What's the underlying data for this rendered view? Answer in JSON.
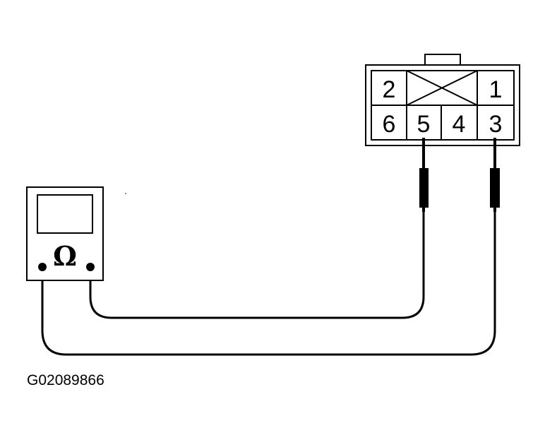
{
  "connector": {
    "pins": [
      {
        "id": "pin-1",
        "label": "1"
      },
      {
        "id": "pin-2",
        "label": "2"
      },
      {
        "id": "pin-3",
        "label": "3"
      },
      {
        "id": "pin-4",
        "label": "4"
      },
      {
        "id": "pin-5",
        "label": "5"
      },
      {
        "id": "pin-6",
        "label": "6"
      }
    ],
    "blocked_cavity": "x-mark"
  },
  "meter": {
    "symbol": "Ω",
    "icon": "ohmmeter-icon"
  },
  "figure_code": "G02089866",
  "colors": {
    "line": "#000000",
    "background": "#ffffff"
  }
}
